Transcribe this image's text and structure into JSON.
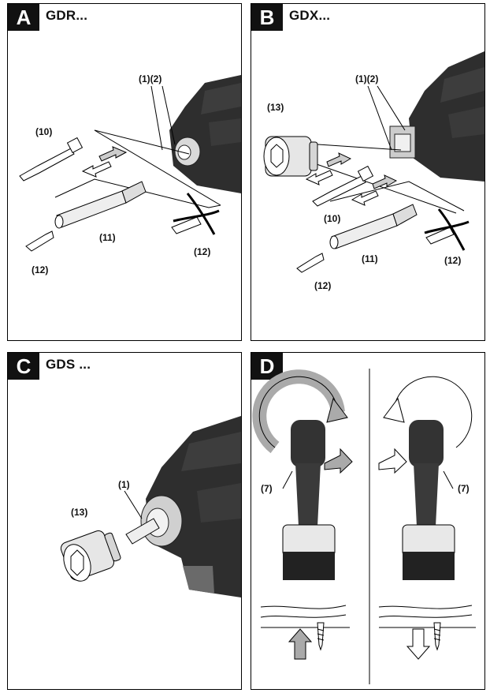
{
  "panels": {
    "a": {
      "letter": "A",
      "title": "GDR..."
    },
    "b": {
      "letter": "B",
      "title": "GDX..."
    },
    "c": {
      "letter": "C",
      "title": "GDS ..."
    },
    "d": {
      "letter": "D",
      "title": ""
    }
  },
  "labels": {
    "n1": "(1)",
    "n2": "(2)",
    "n1n2": "(1)(2)",
    "n7": "(7)",
    "n10": "(10)",
    "n11": "(11)",
    "n12": "(12)",
    "n13": "(13)"
  },
  "icons": [
    "impact-driver-head-illustration",
    "screwdriver-bit-icon",
    "bit-holder-icon",
    "socket-icon",
    "direction-arrow-icon",
    "rotation-arrow-icon",
    "cross-out-icon",
    "screw-icon"
  ]
}
